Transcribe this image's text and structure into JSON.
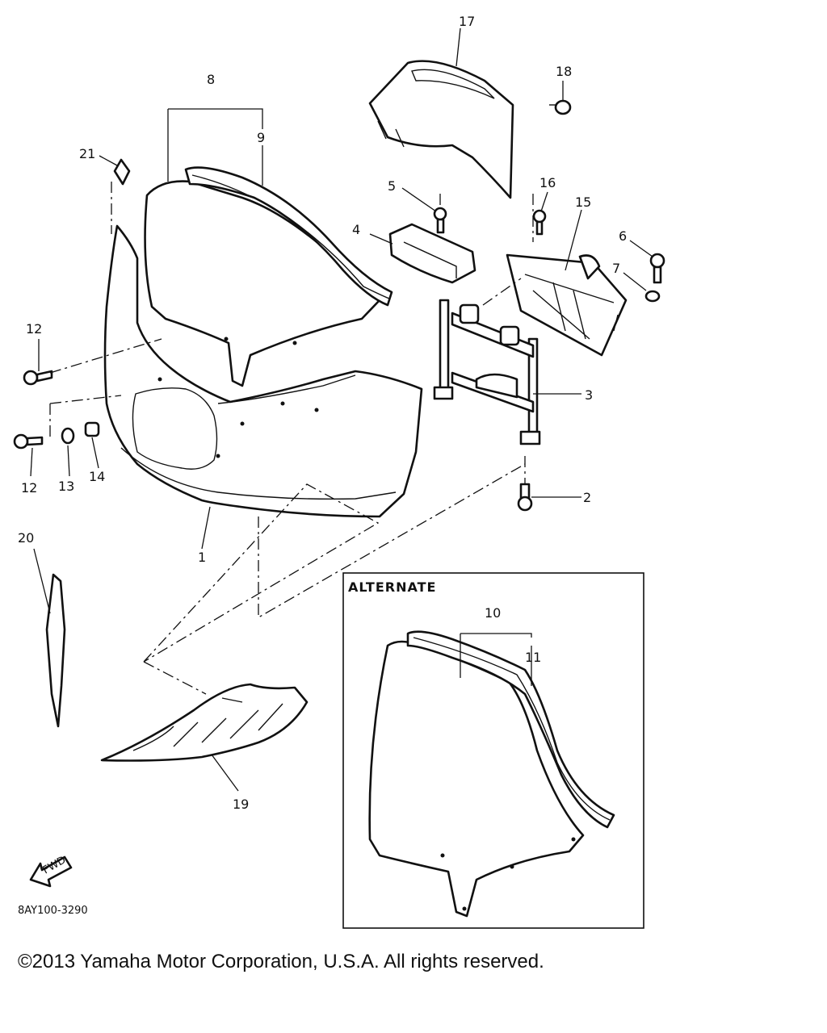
{
  "callouts": {
    "c1": "1",
    "c2": "2",
    "c3": "3",
    "c4": "4",
    "c5": "5",
    "c6": "6",
    "c7": "7",
    "c8": "8",
    "c9": "9",
    "c10": "10",
    "c11": "11",
    "c12a": "12",
    "c12b": "12",
    "c13": "13",
    "c14": "14",
    "c15": "15",
    "c16": "16",
    "c17": "17",
    "c18": "18",
    "c19": "19",
    "c20": "20",
    "c21": "21"
  },
  "alternate_label": "ALTERNATE",
  "fwd_label": "FWD",
  "figure_code": "8AY100-3290",
  "copyright": "©2013 Yamaha Motor Corporation, U.S.A. All rights reserved."
}
